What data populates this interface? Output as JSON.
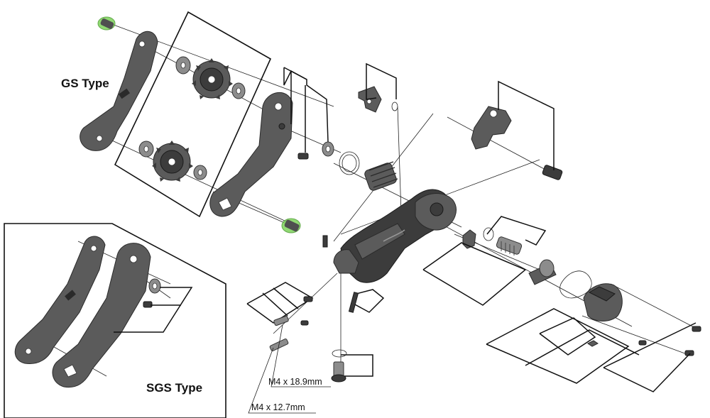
{
  "labels": {
    "gs_type": "GS Type",
    "sgs_type": "SGS Type",
    "bolt_long": "M4 x 18.9mm",
    "bolt_short": "M4 x 12.7mm"
  },
  "colors": {
    "highlight": "#7dd35a",
    "part": "#5b5b5b",
    "line": "#111111"
  }
}
